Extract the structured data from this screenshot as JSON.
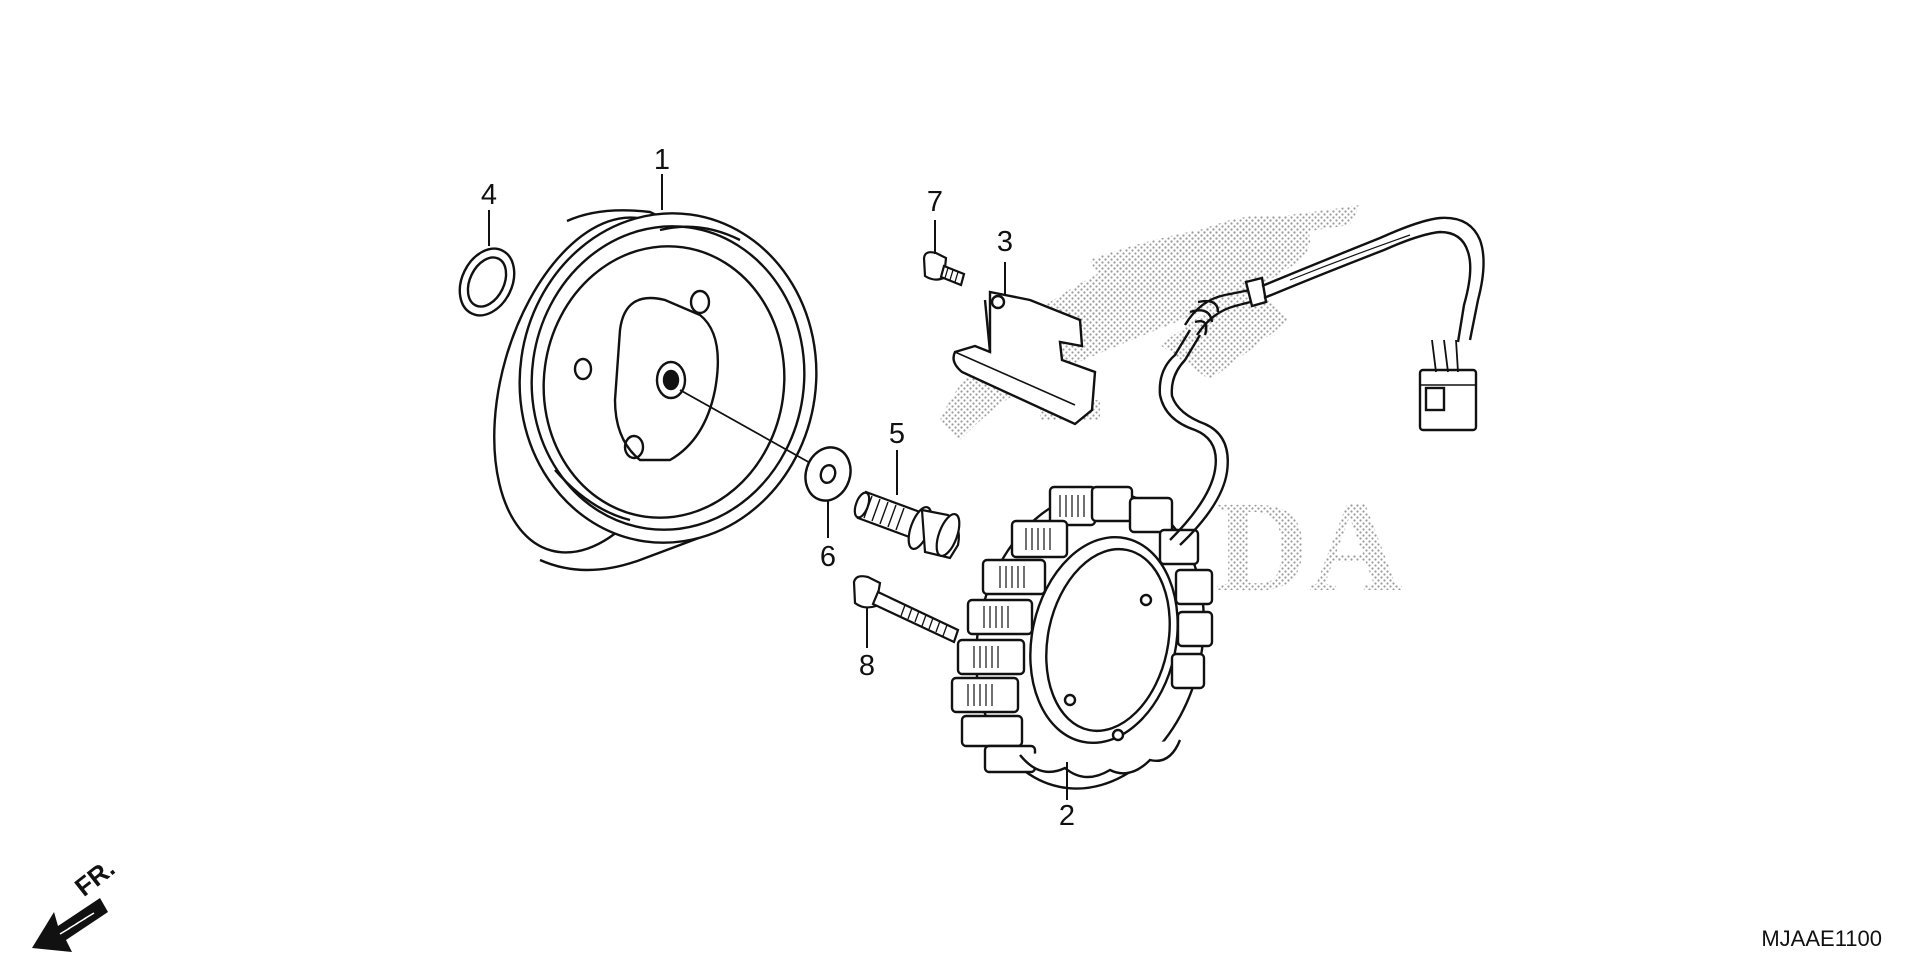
{
  "callouts": {
    "p1": "1",
    "p2": "2",
    "p3": "3",
    "p4": "4",
    "p5": "5",
    "p6": "6",
    "p7": "7",
    "p8": "8"
  },
  "direction_label": "FR.",
  "reference_code": "MJAAE1100",
  "colors": {
    "line": "#111111",
    "watermark": "#b8b8b8",
    "background": "#ffffff"
  }
}
